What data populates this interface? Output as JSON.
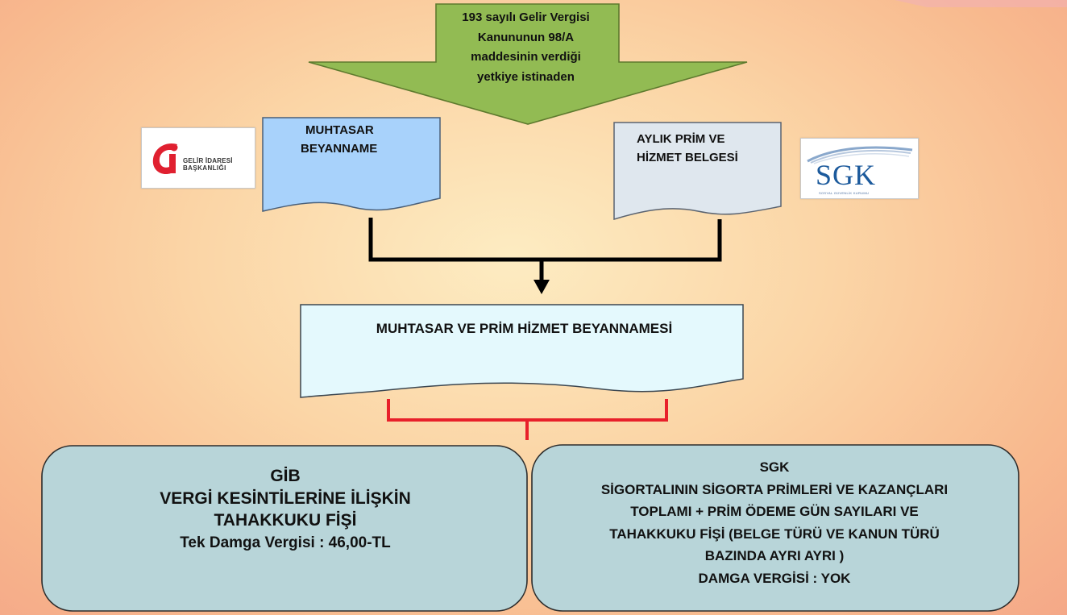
{
  "top_arrow": {
    "lines": [
      "193 sayılı Gelir Vergisi",
      "Kanununun 98/A",
      "maddesinin verdiği",
      "yetkiye istinaden"
    ],
    "color": "#92bb53"
  },
  "muhtasar_doc": {
    "lines": [
      "MUHTASAR",
      "BEYANNAME"
    ],
    "color": "#a8d2fb"
  },
  "aylik_doc": {
    "lines": [
      "AYLIK PRİM VE",
      "HİZMET BELGESİ"
    ],
    "color": "#dfe7ee"
  },
  "combined_doc": {
    "label": "MUHTASAR VE PRİM HİZMET BEYANNAMESİ",
    "color": "#e4f9fd"
  },
  "gib_box": {
    "lines": [
      "GİB",
      "VERGİ KESİNTİLERİNE İLİŞKİN",
      "TAHAKKUKU FİŞİ",
      "Tek Damga Vergisi : 46,00-TL"
    ],
    "color": "#b8d5d9"
  },
  "sgk_box": {
    "lines": [
      "SGK",
      "SİGORTALININ SİGORTA PRİMLERİ VE KAZANÇLARI",
      "TOPLAMI + PRİM ÖDEME GÜN SAYILARI VE",
      "TAHAKKUKU FİŞİ (BELGE TÜRÜ VE KANUN TÜRÜ",
      "BAZINDA AYRI AYRI )",
      "DAMGA VERGİSİ  :  YOK"
    ],
    "color": "#b8d5d9"
  },
  "gib_logo": {
    "word_line1": "GELİR İDARESİ",
    "word_line2": "BAŞKANLIĞI",
    "icon": "gib-logo-icon",
    "color": "#e02030"
  },
  "sgk_logo": {
    "word": "SGK",
    "subtitle": "SOSYAL GÜVENLİK KURUMU",
    "icon": "sgk-logo-icon",
    "color": "#1c5a9c"
  },
  "connector_color": "#000000",
  "brace_color": "#e8202a"
}
